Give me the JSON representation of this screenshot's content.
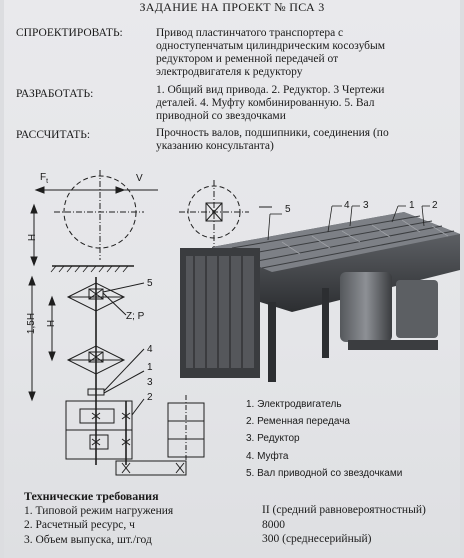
{
  "doc": {
    "title": "ЗАДАНИЕ НА ПРОЕКТ № ПСА 3",
    "design_label": "СПРОЕКТИРОВАТЬ:",
    "design_lines": [
      "Привод пластинчатого транспортера с",
      "одноступенчатым цилиндрическим косозубым",
      "редуктором и ременной передачей от",
      "электродвигателя к редуктору"
    ],
    "develop_label": "РАЗРАБОТАТЬ:",
    "develop_lines": [
      "1. Общий вид привода. 2. Редуктор. 3 Чертежи",
      "деталей. 4. Муфту комбинированную. 5. Вал",
      "приводной со звездочками"
    ],
    "calc_label": "РАССЧИТАТЬ:",
    "calc_lines": [
      "Прочность валов, подшипники, соединения (по",
      "указанию консультанта)"
    ]
  },
  "diagram": {
    "labels": {
      "ft": "F",
      "ft_sub": "t",
      "v": "V",
      "h_top": "H",
      "h_left": "1,5H",
      "h_inner": "H",
      "zp": "Z; P",
      "n1": "1",
      "n2": "2",
      "n3": "3",
      "n4": "4",
      "n5": "5"
    },
    "photo_callouts": {
      "c1": "1",
      "c2": "2",
      "c3": "3",
      "c4": "4",
      "c5": "5"
    }
  },
  "legend": {
    "items": [
      "1. Электродвигатель",
      "2. Ременная передача",
      "3. Редуктор",
      "4. Муфта",
      "5. Вал приводной со звездочками"
    ]
  },
  "requirements": {
    "heading": "Технические требования",
    "items": [
      "1. Типовой режим нагружения",
      "2. Расчетный ресурс, ч",
      "3. Объем выпуска, шт./год"
    ],
    "values": [
      "II (средний равновероятностный)",
      "8000",
      "300 (среднесерийный)"
    ]
  }
}
